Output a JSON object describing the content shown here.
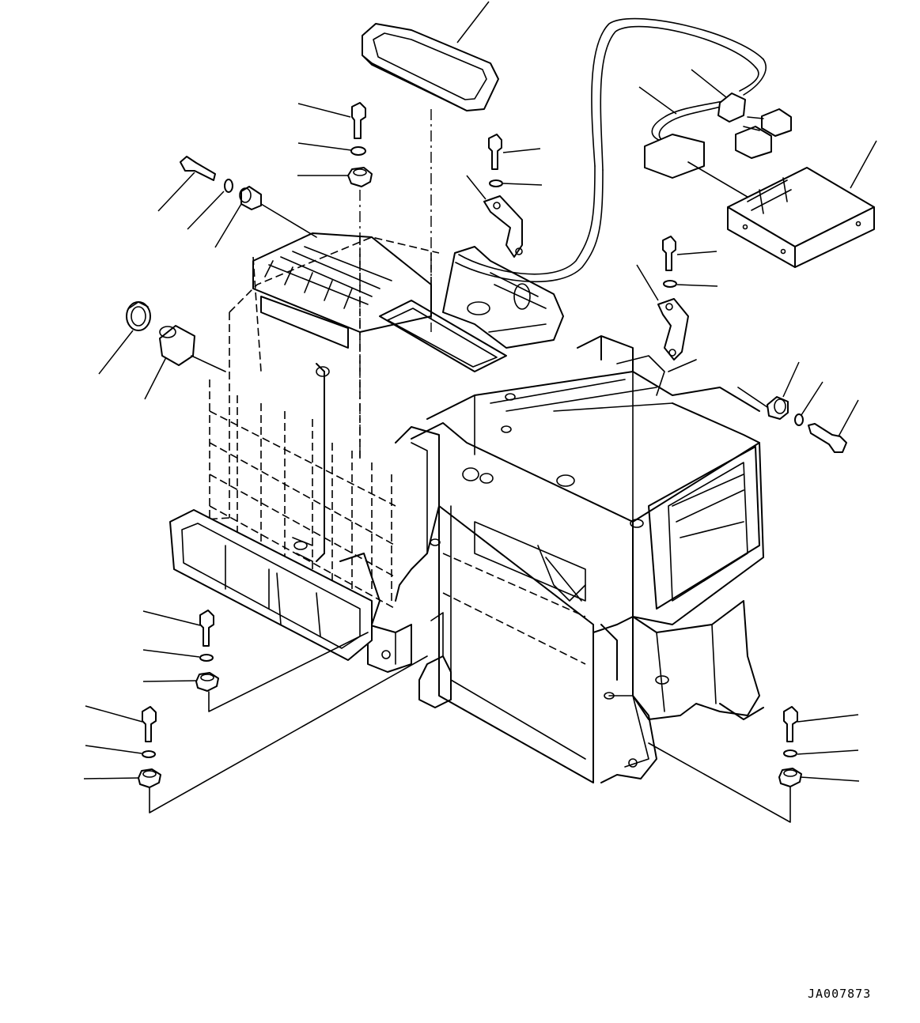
{
  "drawing": {
    "id_code": "JA007873",
    "style": {
      "line_color": "#000000",
      "background": "#ffffff"
    }
  },
  "parts": [
    "duct-seal-top",
    "wire-harness",
    "harness-clip",
    "connector",
    "control-unit",
    "bolt",
    "washer",
    "grommet",
    "bracket",
    "hose-clamp",
    "hose-sleeve",
    "duct-seal-front",
    "air-conditioner-unit"
  ]
}
